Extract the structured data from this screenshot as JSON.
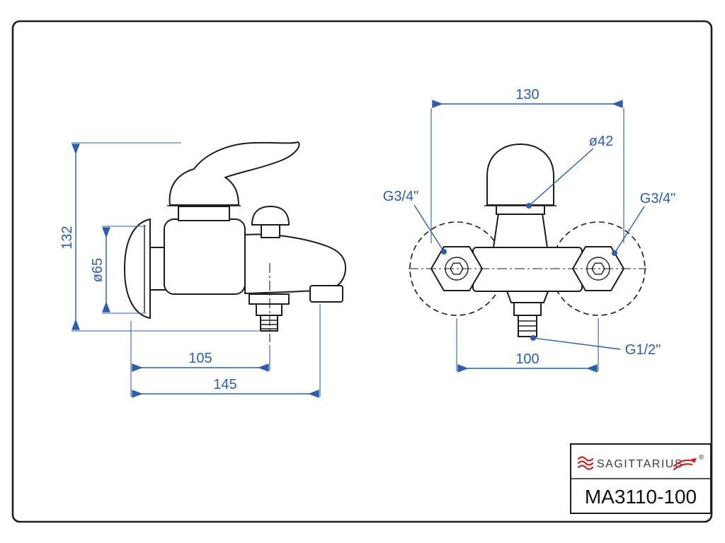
{
  "views": {
    "side": {
      "height": "132",
      "flange_dia": "ø65",
      "outlet_offset": "105",
      "depth": "145"
    },
    "front": {
      "width": "130",
      "handle_dia": "ø42",
      "left_conn": "G3/4\"",
      "right_conn": "G3/4\"",
      "centres": "100",
      "outlet_conn": "G1/2\""
    }
  },
  "title_block": {
    "brand": "SAGITTARIUS",
    "registered": "®",
    "model": "MA3110-100"
  },
  "colors": {
    "dimension_blue": "#2d5fa8",
    "line_black": "#1c1c1c",
    "accent_red": "#cc2027"
  }
}
